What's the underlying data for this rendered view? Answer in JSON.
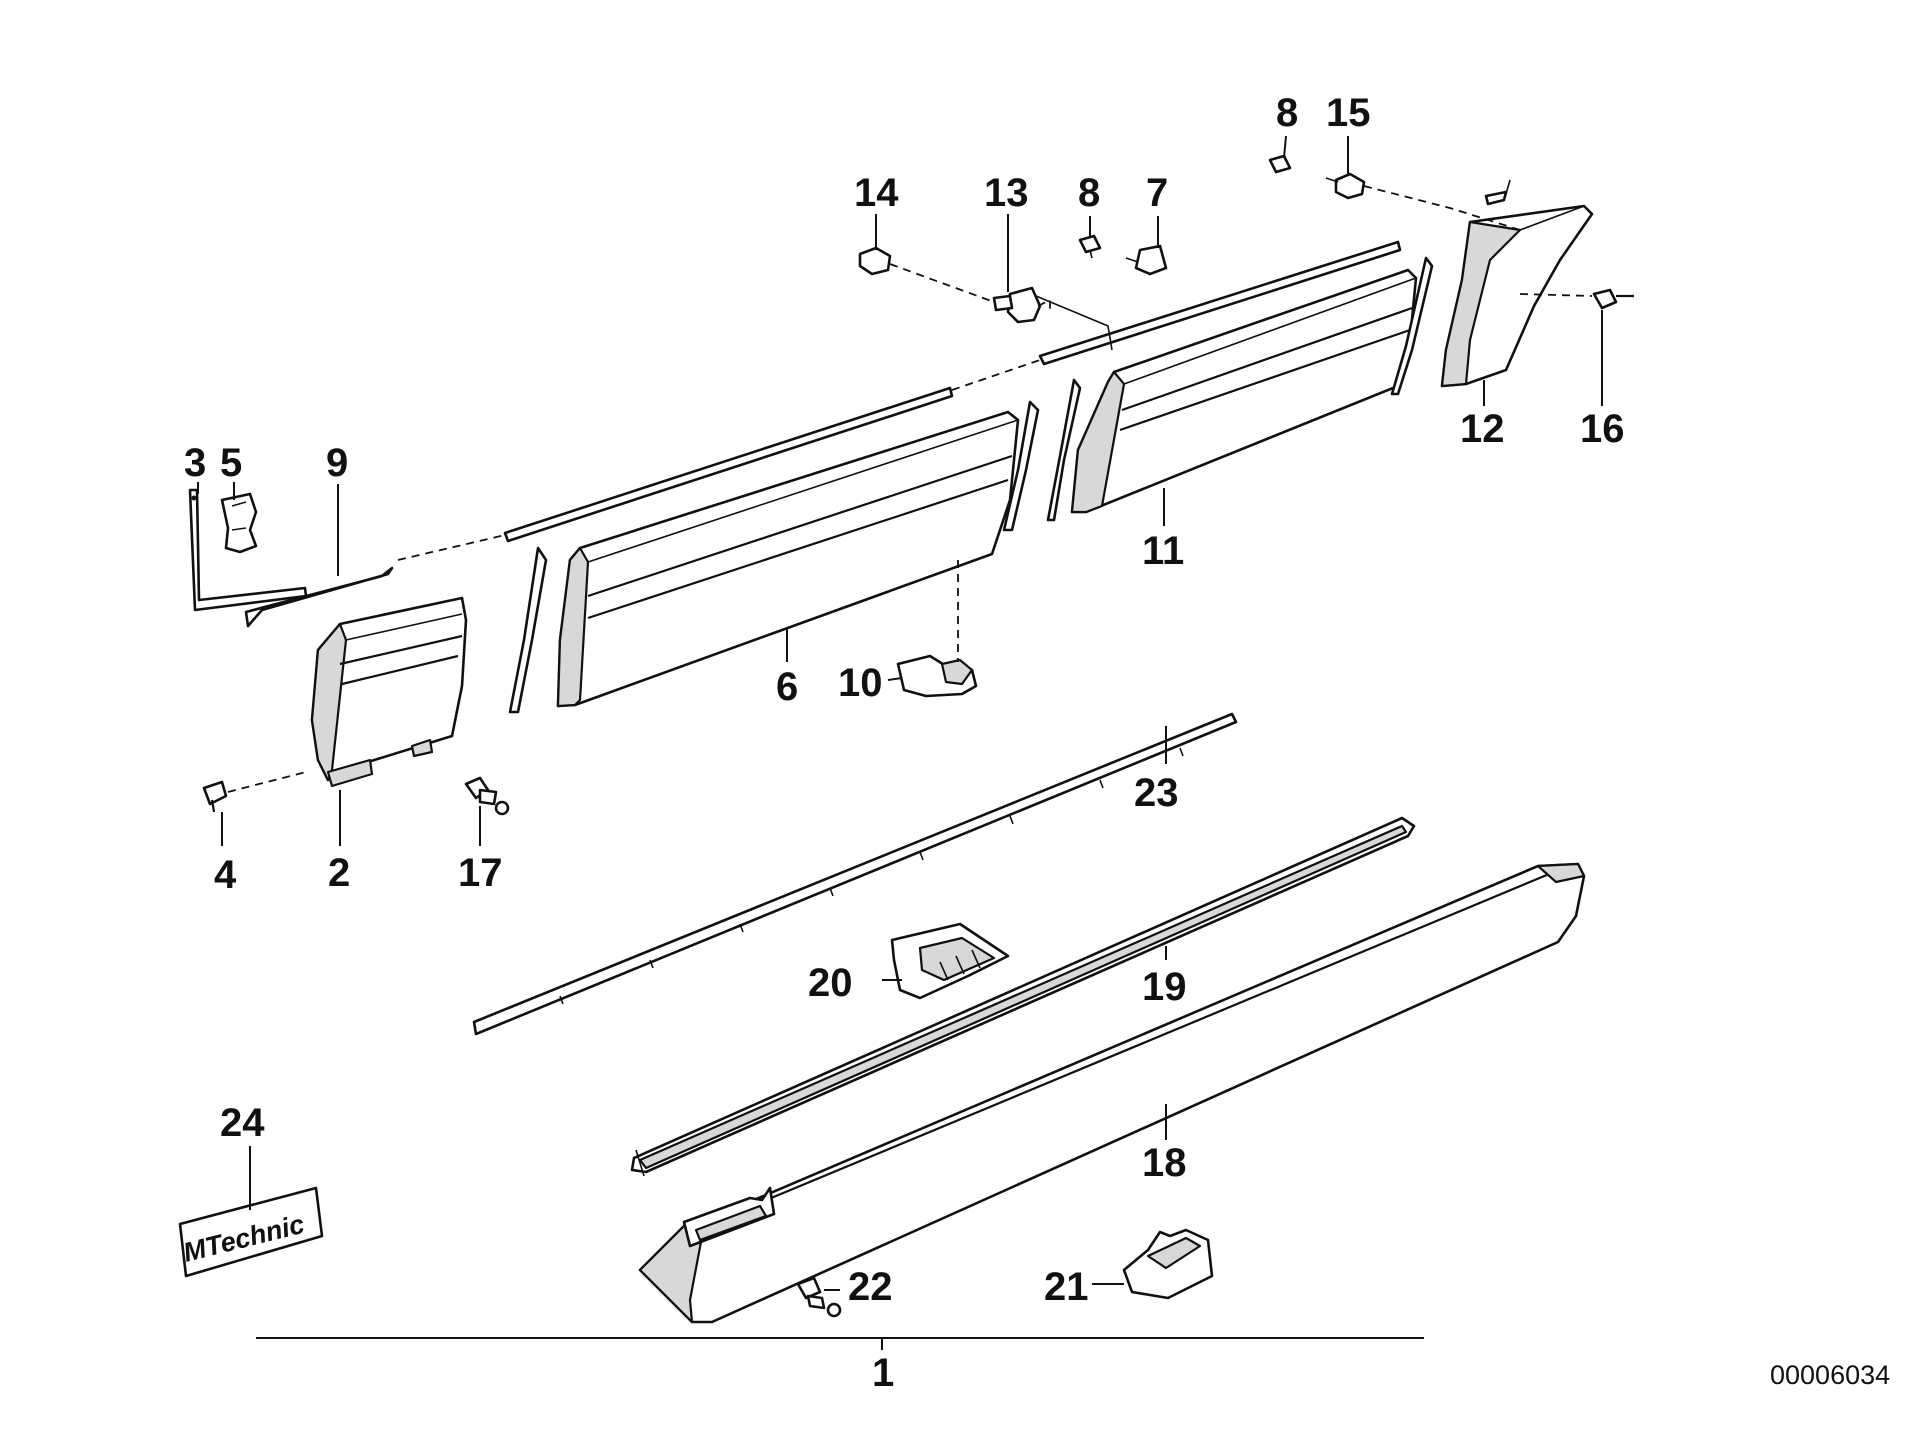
{
  "diagram": {
    "callouts": {
      "p1": "1",
      "p2": "2",
      "p3": "3",
      "p4": "4",
      "p5": "5",
      "p6": "6",
      "p7": "7",
      "p8a": "8",
      "p8b": "8",
      "p9": "9",
      "p10": "10",
      "p11": "11",
      "p12": "12",
      "p13": "13",
      "p14": "14",
      "p15": "15",
      "p16": "16",
      "p17": "17",
      "p18": "18",
      "p19": "19",
      "p20": "20",
      "p21": "21",
      "p22": "22",
      "p23": "23",
      "p24": "24"
    },
    "badge_text": "MTechnic",
    "drawing_number": "00006034"
  }
}
